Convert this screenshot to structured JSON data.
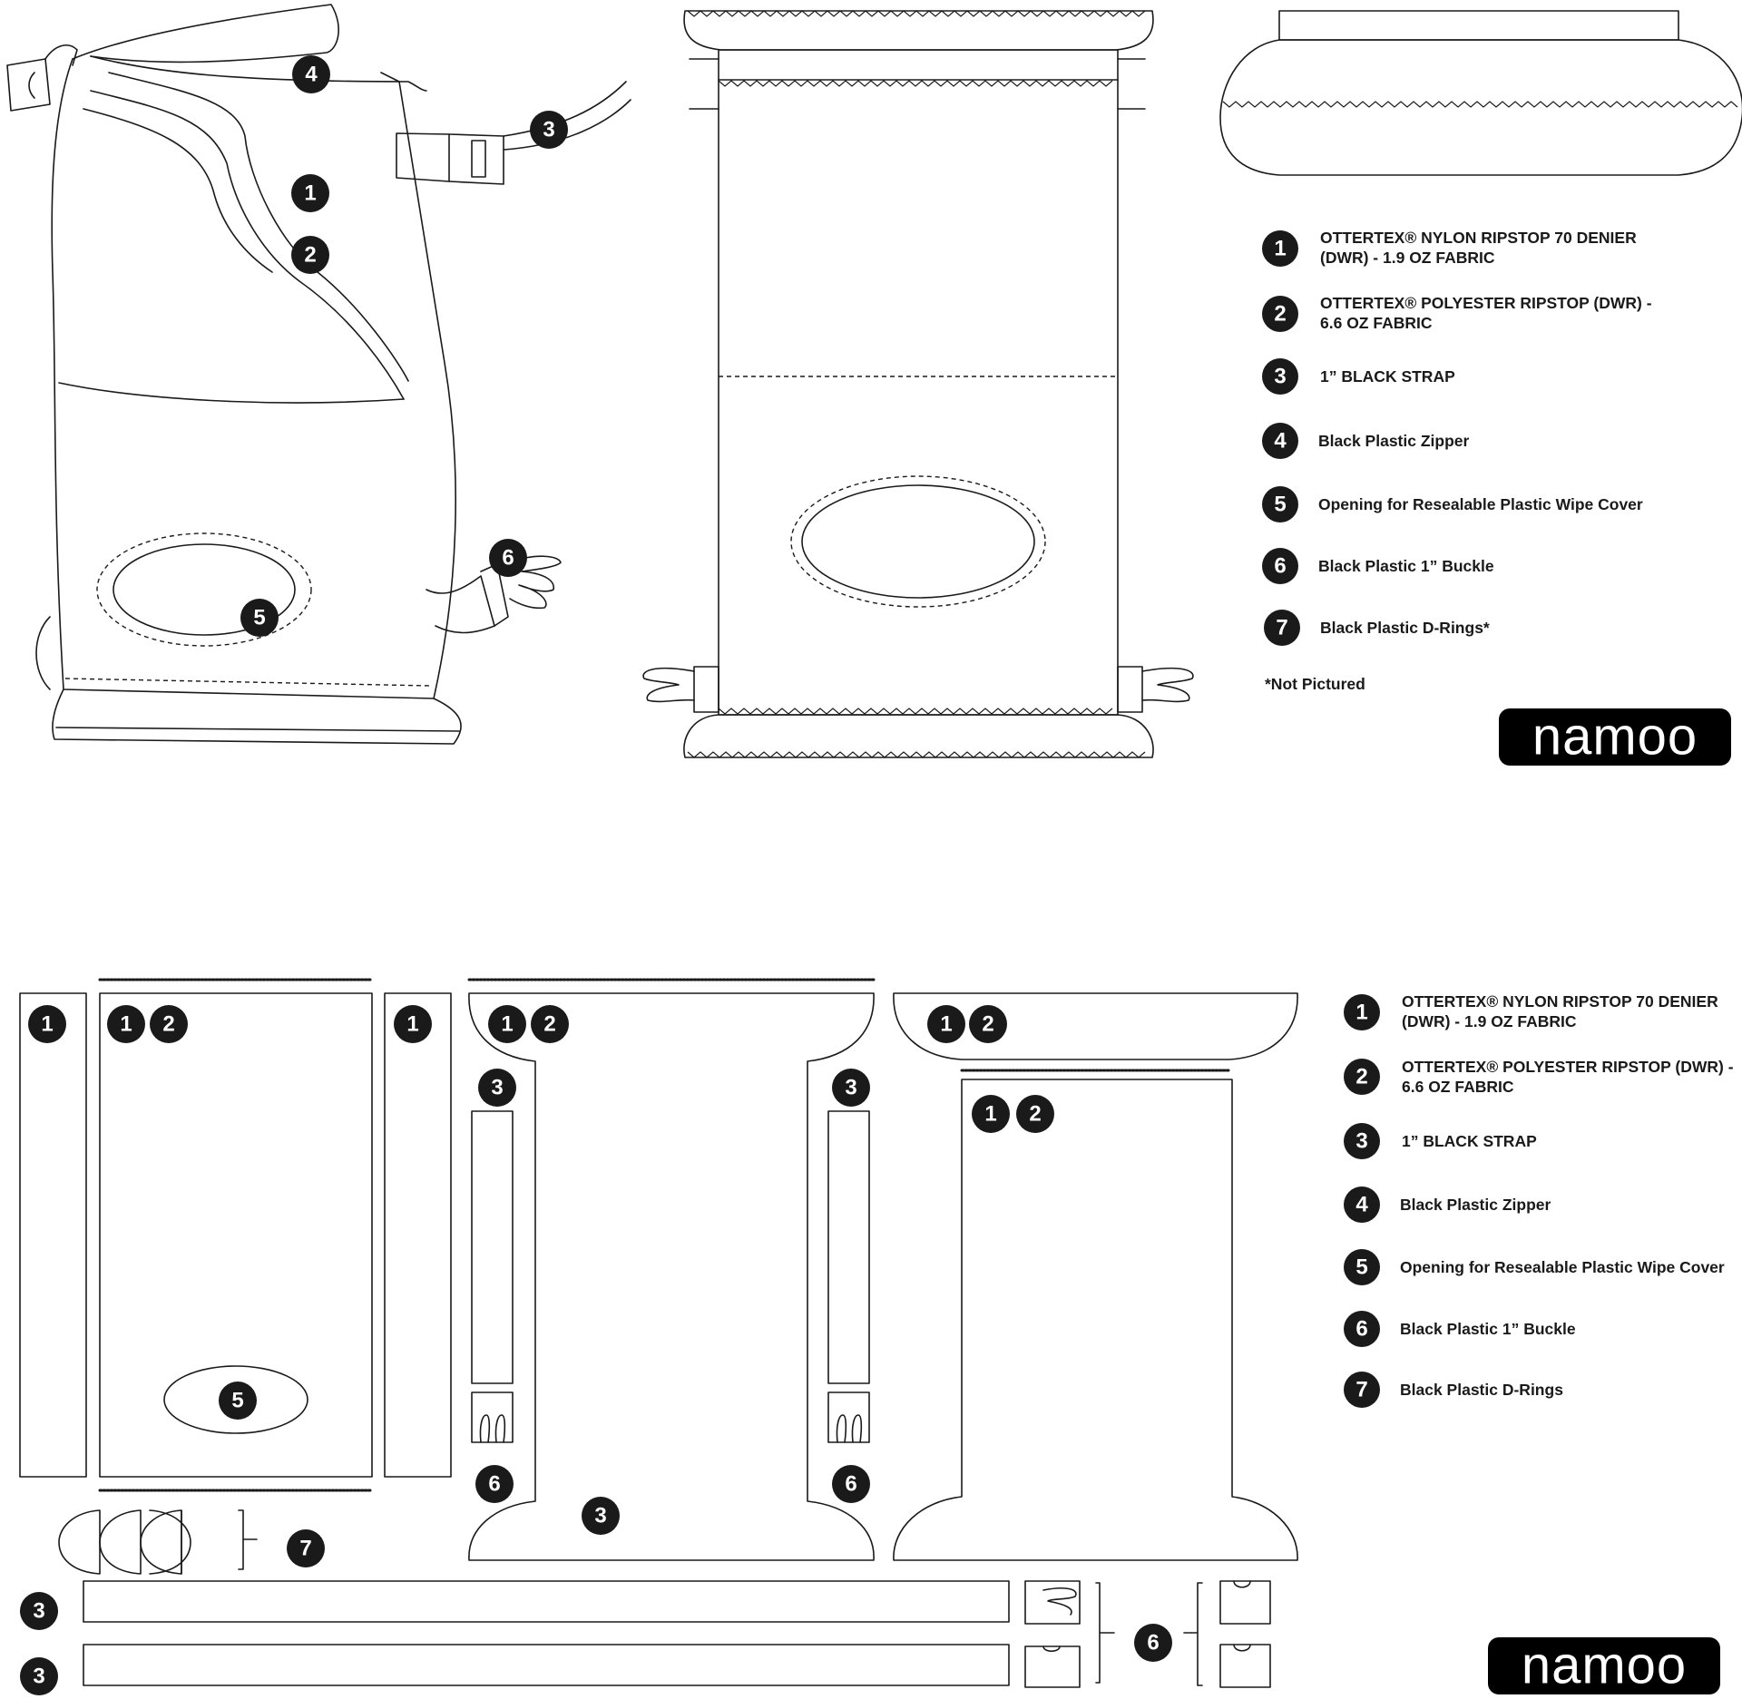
{
  "badges": [
    "1",
    "2",
    "3",
    "4",
    "5",
    "6",
    "7"
  ],
  "legend_top": {
    "items": [
      {
        "num": "1",
        "lines": [
          "OTTERTEX® NYLON RIPSTOP 70 DENIER",
          "(DWR) - 1.9 OZ FABRIC"
        ]
      },
      {
        "num": "2",
        "lines": [
          "OTTERTEX® POLYESTER RIPSTOP (DWR) -",
          "6.6 OZ FABRIC"
        ]
      },
      {
        "num": "3",
        "lines": [
          "1” BLACK STRAP"
        ]
      },
      {
        "num": "4",
        "lines": [
          "Black Plastic Zipper"
        ]
      },
      {
        "num": "5",
        "lines": [
          "Opening for Resealable Plastic Wipe Cover"
        ]
      },
      {
        "num": "6",
        "lines": [
          "Black Plastic 1” Buckle"
        ]
      },
      {
        "num": "7",
        "lines": [
          "Black Plastic D-Rings*"
        ]
      }
    ],
    "footnote": "*Not Pictured"
  },
  "legend_bottom": {
    "items": [
      {
        "num": "1",
        "lines": [
          "OTTERTEX® NYLON RIPSTOP 70 DENIER",
          "(DWR) - 1.9 OZ FABRIC"
        ]
      },
      {
        "num": "2",
        "lines": [
          "OTTERTEX® POLYESTER RIPSTOP (DWR) -",
          "6.6 OZ FABRIC"
        ]
      },
      {
        "num": "3",
        "lines": [
          "1” BLACK STRAP"
        ]
      },
      {
        "num": "4",
        "lines": [
          "Black Plastic Zipper"
        ]
      },
      {
        "num": "5",
        "lines": [
          "Opening for Resealable Plastic Wipe Cover"
        ]
      },
      {
        "num": "6",
        "lines": [
          "Black Plastic 1” Buckle"
        ]
      },
      {
        "num": "7",
        "lines": [
          "Black Plastic D-Rings"
        ]
      }
    ]
  },
  "logo": {
    "text": "namoo"
  },
  "colors": {
    "ink": "#1a1a1a",
    "badge_fill": "#1a1a1a",
    "badge_text": "#ffffff",
    "background": "#ffffff"
  }
}
